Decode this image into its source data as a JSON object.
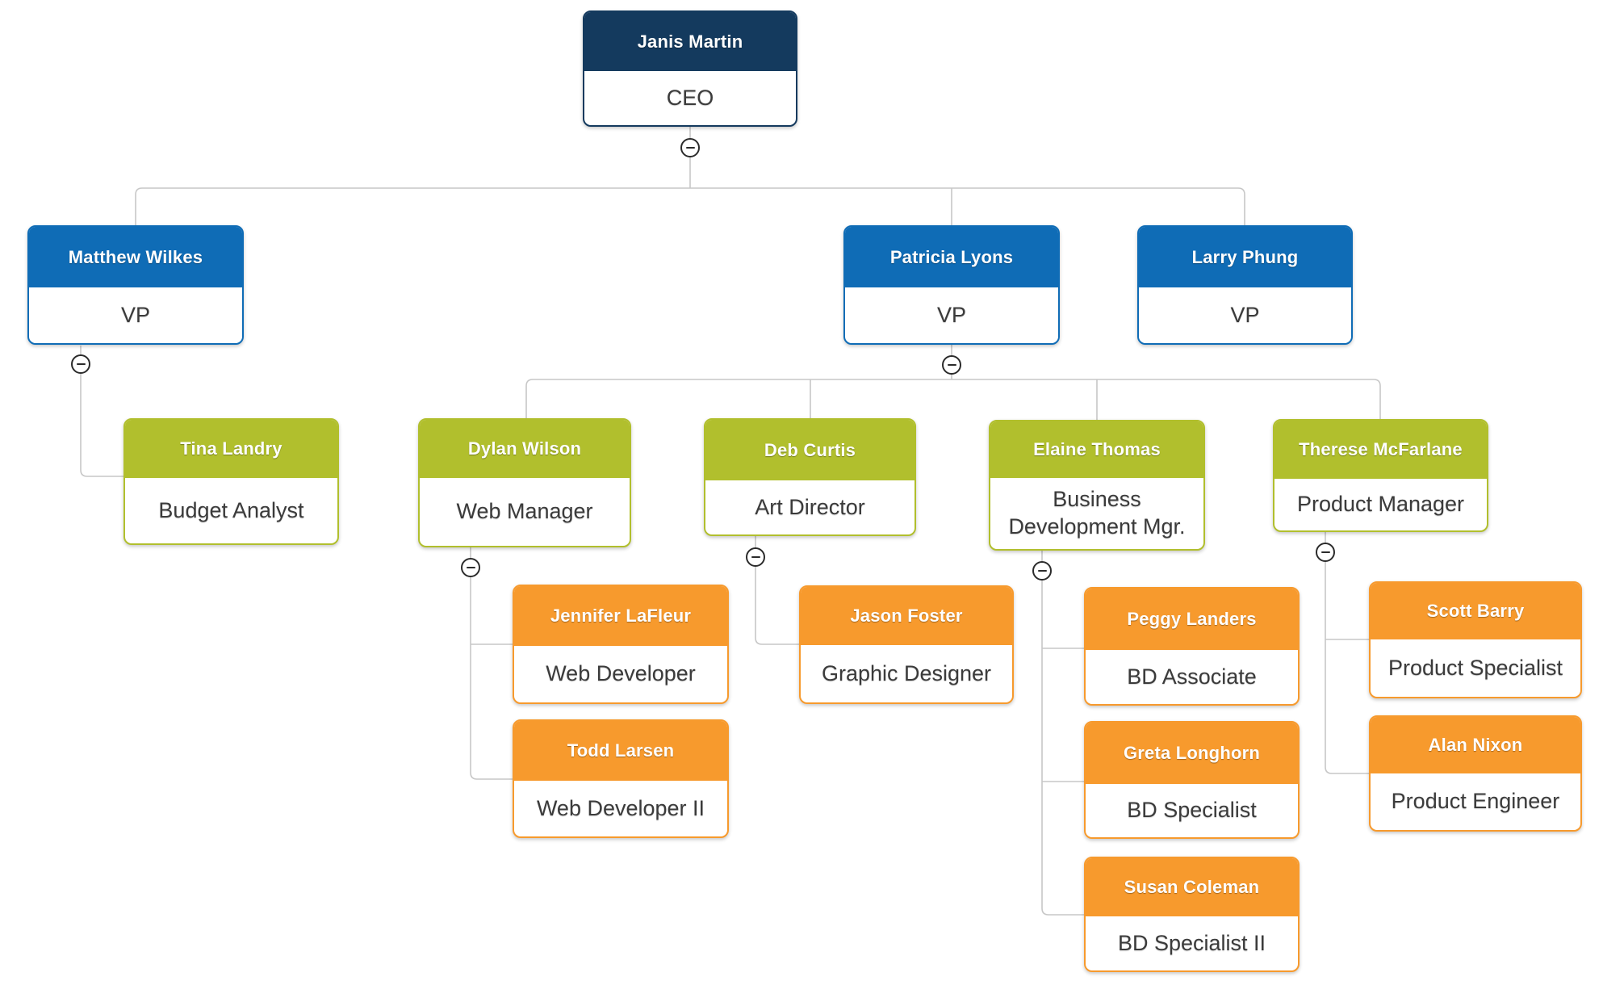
{
  "diagram": {
    "kind": "organization-chart",
    "palette": {
      "level1_header": "#143A5E",
      "level2_header": "#0F6CB6",
      "level3_header": "#B1BF2D",
      "level4_header": "#F79A2D",
      "connector_line": "#C7C7C7",
      "header_text": "#FFFFFF",
      "body_text": "#3B3B3B"
    },
    "icons": {
      "collapse": "minus-in-circle"
    }
  },
  "nodes": {
    "janis": {
      "name": "Janis Martin",
      "title": "CEO",
      "level": 1,
      "reports_to": null,
      "has_collapse_button": true
    },
    "matthew": {
      "name": "Matthew Wilkes",
      "title": "VP",
      "level": 2,
      "reports_to": "Janis Martin",
      "has_collapse_button": true
    },
    "patricia": {
      "name": "Patricia Lyons",
      "title": "VP",
      "level": 2,
      "reports_to": "Janis Martin",
      "has_collapse_button": true
    },
    "larry": {
      "name": "Larry Phung",
      "title": "VP",
      "level": 2,
      "reports_to": "Janis Martin",
      "has_collapse_button": false
    },
    "tina": {
      "name": "Tina Landry",
      "title": "Budget Analyst",
      "level": 3,
      "reports_to": "Matthew Wilkes",
      "has_collapse_button": false
    },
    "dylan": {
      "name": "Dylan Wilson",
      "title": "Web Manager",
      "level": 3,
      "reports_to": "Patricia Lyons",
      "has_collapse_button": true
    },
    "deb": {
      "name": "Deb Curtis",
      "title": "Art Director",
      "level": 3,
      "reports_to": "Patricia Lyons",
      "has_collapse_button": true
    },
    "elaine": {
      "name": "Elaine Thomas",
      "title": "Business Development Mgr.",
      "level": 3,
      "reports_to": "Patricia Lyons",
      "has_collapse_button": true
    },
    "therese": {
      "name": "Therese McFarlane",
      "title": "Product Manager",
      "level": 3,
      "reports_to": "Patricia Lyons",
      "has_collapse_button": true
    },
    "jennifer": {
      "name": "Jennifer LaFleur",
      "title": "Web Developer",
      "level": 4,
      "reports_to": "Dylan Wilson",
      "has_collapse_button": false
    },
    "todd": {
      "name": "Todd Larsen",
      "title": "Web Developer II",
      "level": 4,
      "reports_to": "Dylan Wilson",
      "has_collapse_button": false
    },
    "jason": {
      "name": "Jason Foster",
      "title": "Graphic Designer",
      "level": 4,
      "reports_to": "Deb Curtis",
      "has_collapse_button": false
    },
    "peggy": {
      "name": "Peggy Landers",
      "title": "BD Associate",
      "level": 4,
      "reports_to": "Elaine Thomas",
      "has_collapse_button": false
    },
    "greta": {
      "name": "Greta Longhorn",
      "title": "BD Specialist",
      "level": 4,
      "reports_to": "Elaine Thomas",
      "has_collapse_button": false
    },
    "susan": {
      "name": "Susan Coleman",
      "title": "BD Specialist II",
      "level": 4,
      "reports_to": "Elaine Thomas",
      "has_collapse_button": false
    },
    "scott": {
      "name": "Scott Barry",
      "title": "Product Specialist",
      "level": 4,
      "reports_to": "Therese McFarlane",
      "has_collapse_button": false
    },
    "alan": {
      "name": "Alan Nixon",
      "title": "Product Engineer",
      "level": 4,
      "reports_to": "Therese McFarlane",
      "has_collapse_button": false
    }
  }
}
